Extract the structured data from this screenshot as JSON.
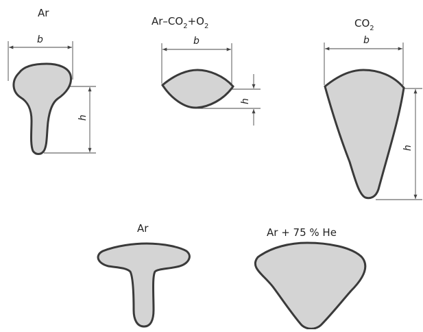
{
  "colors": {
    "bead_fill": "#d4d4d4",
    "outline": "#3a3a3a",
    "line": "#444444"
  },
  "figure": {
    "top": [
      {
        "gas_label": "Ar",
        "width_symbol": "b",
        "height_symbol": "h"
      },
      {
        "gas_prefix": "Ar–CO",
        "sub1": "2",
        "plus": "+O",
        "sub2": "2",
        "width_symbol": "b",
        "height_symbol": "h"
      },
      {
        "gas_base": "CO",
        "sub": "2",
        "width_symbol": "b",
        "height_symbol": "h"
      }
    ],
    "bottom": [
      {
        "gas_label": "Ar"
      },
      {
        "gas_label": "Ar + 75 % He"
      }
    ]
  }
}
